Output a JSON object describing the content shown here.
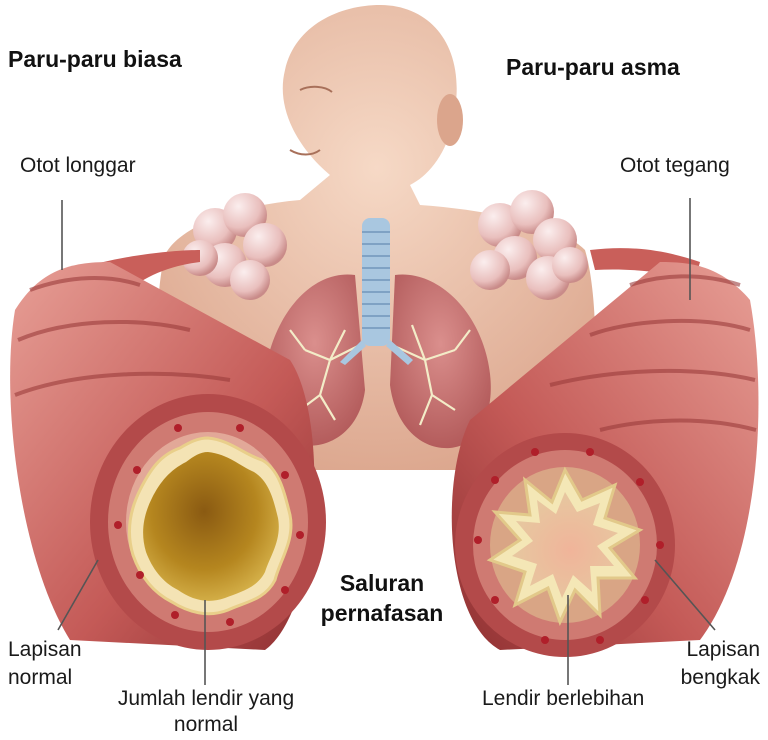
{
  "headings": {
    "normal_lung": "Paru-paru biasa",
    "asthma_lung": "Paru-paru asma",
    "airway": "Saluran pernafasan"
  },
  "labels": {
    "relaxed_muscle": "Otot longgar",
    "tight_muscle": "Otot tegang",
    "normal_lining": "Lapisan normal",
    "normal_mucus": "Jumlah lendir yang normal",
    "swollen_lining": "Lapisan bengkak",
    "excess_mucus": "Lendir berlebihan"
  },
  "colors": {
    "skin": "#f0c7b0",
    "muscle_red": "#b9484a",
    "muscle_light": "#dd8a82",
    "lining_tan": "#e8c9a8",
    "mucus_gold": "#b88a2c",
    "trachea_blue": "#a9c7e0",
    "alveoli_pink": "#f1d3d1"
  }
}
